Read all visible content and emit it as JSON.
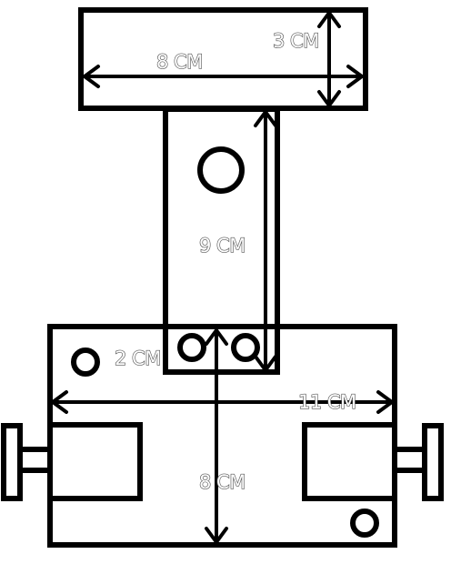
{
  "diagram": {
    "dimensions": {
      "top_height": "3 CM",
      "top_width": "8 CM",
      "arm_length": "9 CM",
      "hole_offset": "2 CM",
      "base_width": "11 CM",
      "base_height": "8 CM"
    },
    "colors": {
      "line": "#000000",
      "background": "#ffffff",
      "label_fill": "#ffffff",
      "label_outline": "#555555"
    }
  }
}
